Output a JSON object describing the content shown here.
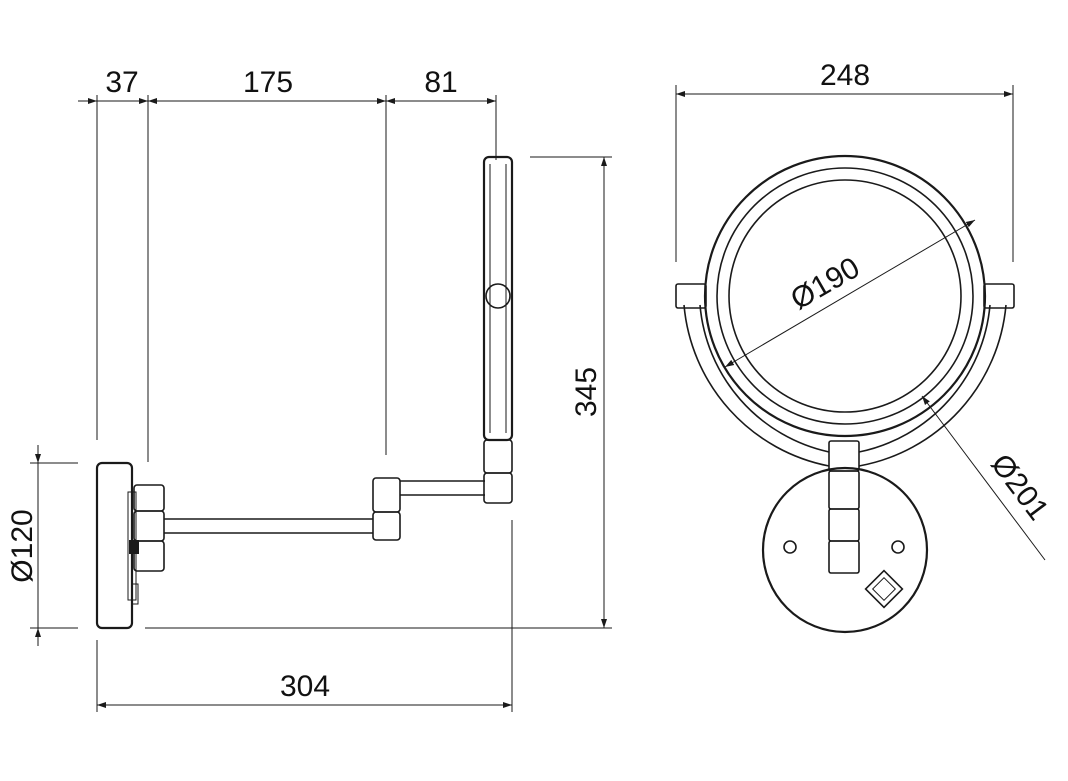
{
  "side_view": {
    "dim_37": "37",
    "dim_175": "175",
    "dim_81": "81",
    "dim_345": "345",
    "dim_d120": "Ø120",
    "dim_304": "304"
  },
  "front_view": {
    "dim_248": "248",
    "dim_d190": "Ø190",
    "dim_d201": "Ø201"
  },
  "colors": {
    "line": "#1a1a1a",
    "background": "#ffffff"
  }
}
